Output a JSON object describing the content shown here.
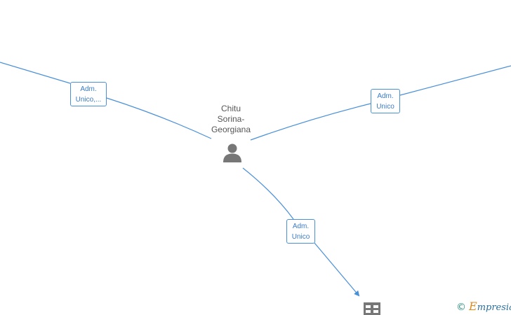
{
  "person": {
    "name_lines": [
      "Chitu",
      "Sorina-",
      "Georgiana"
    ],
    "icon": "person-icon"
  },
  "company": {
    "icon": "building-icon"
  },
  "edges": [
    {
      "id": "left",
      "label_lines": [
        "Adm.",
        "Unico,..."
      ]
    },
    {
      "id": "right",
      "label_lines": [
        "Adm.",
        "Unico"
      ]
    },
    {
      "id": "bottom",
      "label_lines": [
        "Adm.",
        "Unico"
      ]
    }
  ],
  "watermark": {
    "symbol": "©",
    "brand_first": "E",
    "brand_rest": "mpresia"
  },
  "colors": {
    "edge": "#4a90d9",
    "icon": "#777777",
    "label_text": "#3a7cc8"
  }
}
